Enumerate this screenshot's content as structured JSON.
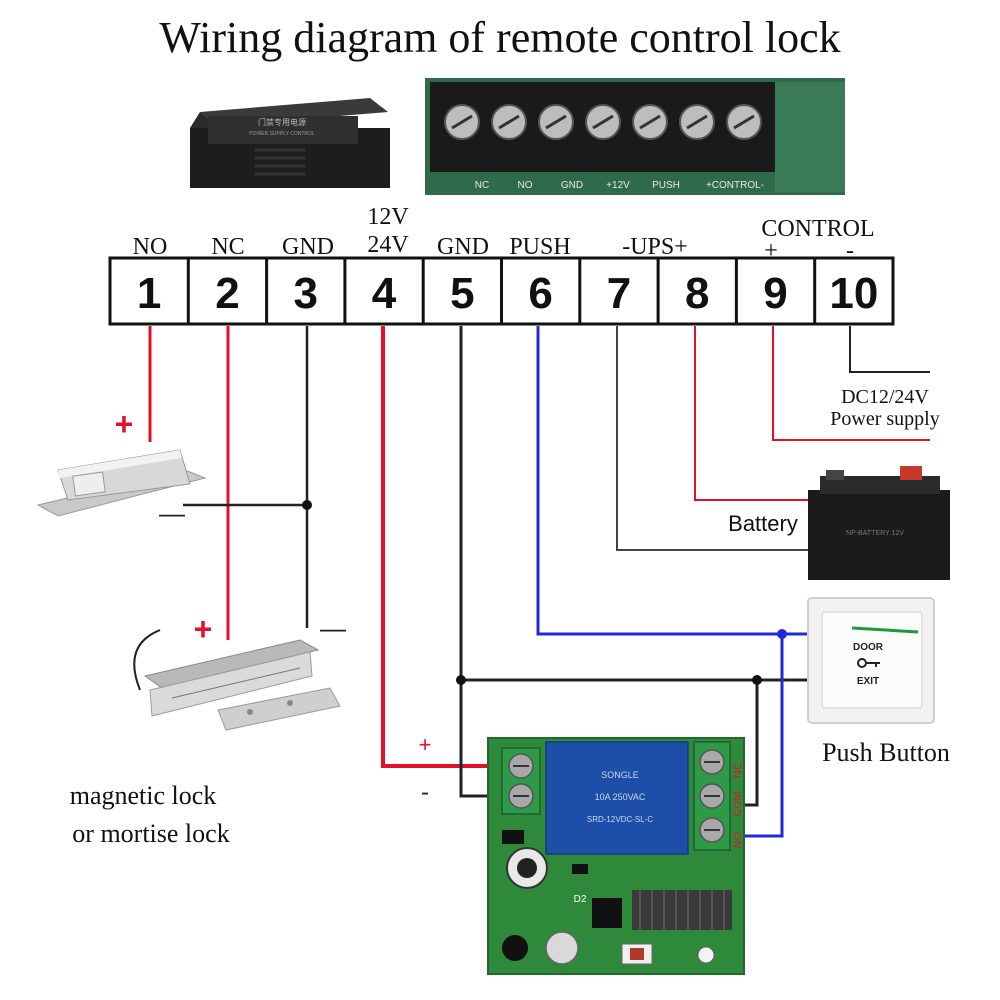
{
  "title": "Wiring diagram of remote control lock",
  "power_supply_box": {
    "label_cn": "门禁专用电源",
    "label_en": "POWER SUPPLY CONTROL"
  },
  "photo_terminal_labels": [
    "NC",
    "NO",
    "GND",
    "+12V",
    "PUSH",
    "+CONTROL-"
  ],
  "terminal_block": {
    "headers": {
      "no": "NO",
      "nc": "NC",
      "gnd1": "GND",
      "v12": "12V",
      "v24": "24V",
      "gnd2": "GND",
      "push": "PUSH",
      "ups": "-UPS+",
      "control": "CONTROL",
      "control_plus": "+",
      "control_minus": "-"
    },
    "numbers": [
      "1",
      "2",
      "3",
      "4",
      "5",
      "6",
      "7",
      "8",
      "9",
      "10"
    ]
  },
  "power_supply_note": {
    "line1": "DC12/24V",
    "line2": "Power supply"
  },
  "battery": {
    "label": "Battery",
    "case_text": "NP-BATTERY 12V"
  },
  "push_button": {
    "label": "Push Button",
    "plate_top": "DOOR",
    "plate_bottom": "EXIT"
  },
  "locks": {
    "label_line1": "magnetic lock",
    "label_line2": "or mortise lock",
    "plus_1": "+",
    "minus_1": "—",
    "plus_2": "+",
    "minus_2": "—"
  },
  "receiver": {
    "plus": "+",
    "minus": "-",
    "pin_nc": "NC",
    "pin_com": "COM",
    "pin_no": "NO",
    "relay_text_1": "SONGLE",
    "relay_text_2": "10A 250VAC",
    "relay_text_3": "SRD-12VDC-SL-C",
    "d2_label": "D2"
  },
  "colors": {
    "red_wire": "#e3102a",
    "blue_wire": "#1f2bd6",
    "black_wire": "#222222",
    "pcb_green": "#2e8a3a",
    "relay_blue": "#1d4fa8",
    "photo_green": "#2f6b4a"
  }
}
